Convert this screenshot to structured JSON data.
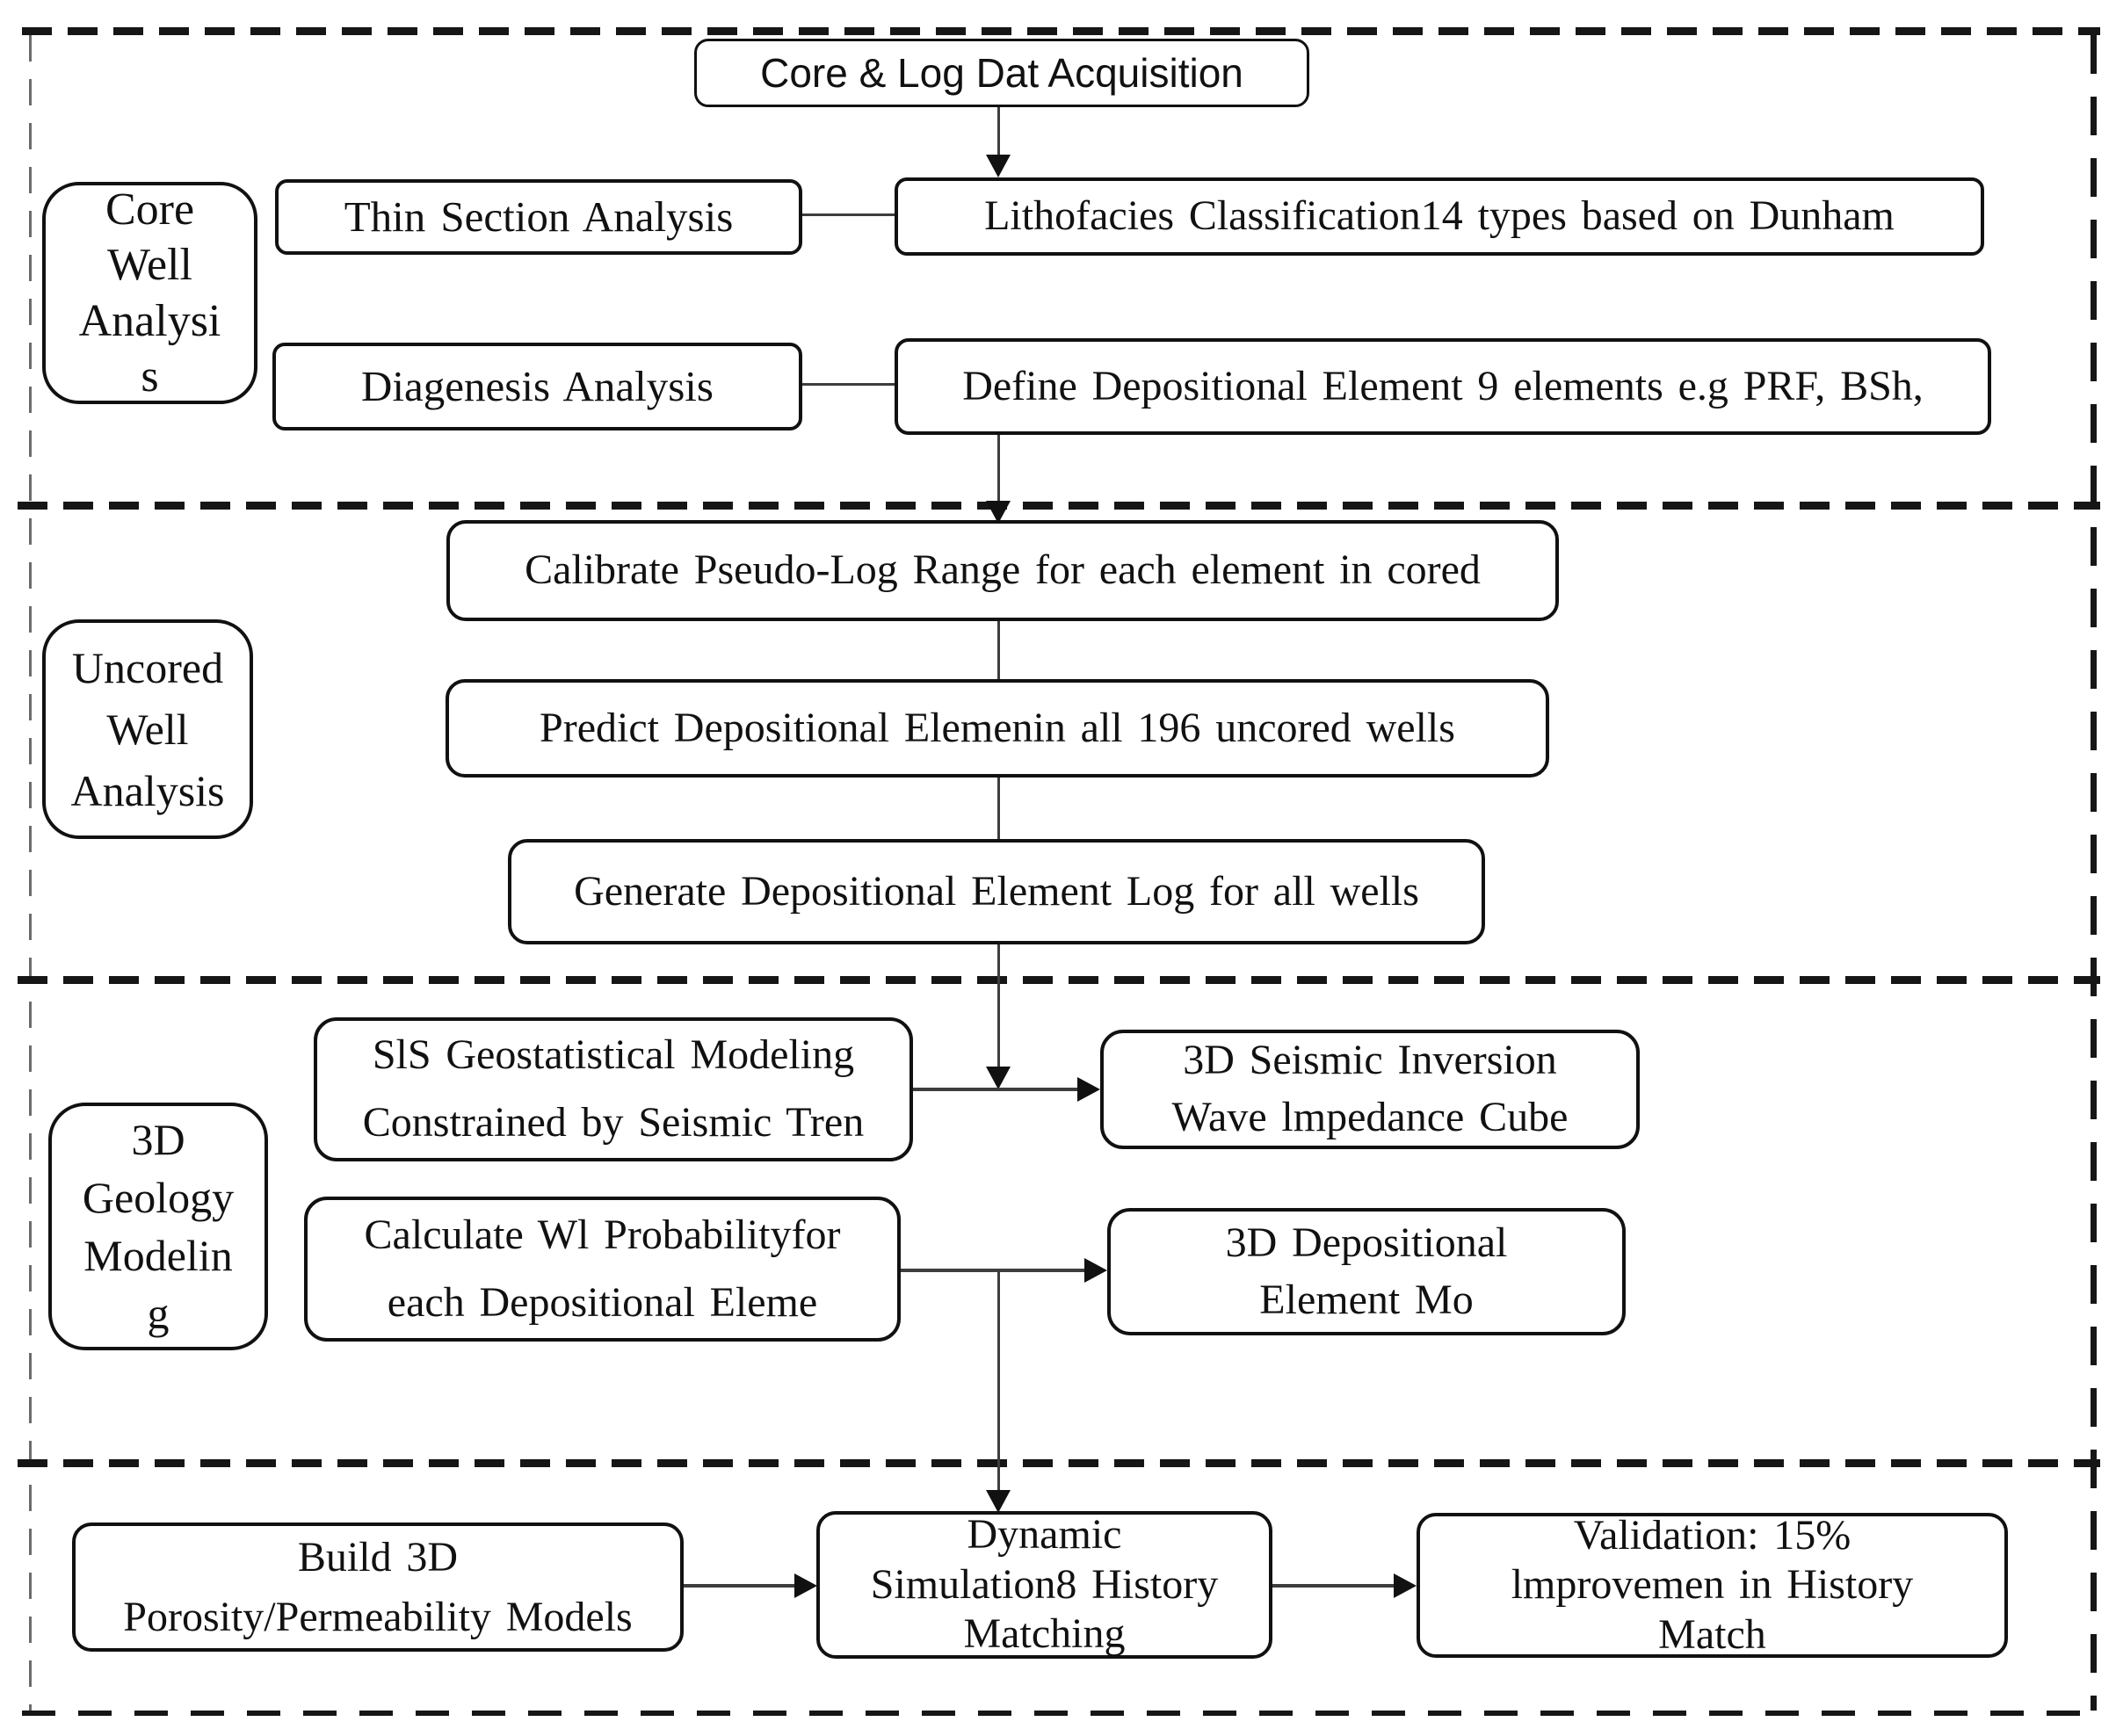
{
  "flowchart": {
    "title_box": {
      "label": "Core & Log Dat Acquisition"
    },
    "section_labels": {
      "core_well": "Core\nWell\nAnalysi\ns",
      "uncored_well": "Uncored\nWell\nAnalysis",
      "geology": "3D\nGeology\nModelin\ng"
    },
    "boxes": {
      "thin_section": "Thin Section Analysis",
      "lithofacies": "Lithofacies Classification14 types based on Dunham",
      "diagenesis": "Diagenesis Analysis",
      "define_elements": "Define Depositional Element 9 elements e.g PRF, BSh,",
      "calibrate": "Calibrate Pseudo-Log Range for each element in cored",
      "predict": "Predict Depositional Elemenin all 196 uncored wells",
      "generate": "Generate Depositional Element Log for all wells",
      "sis_modeling": "SlS Geostatistical Modeling\nConstrained by Seismic Tren",
      "seismic_inversion": "3D Seismic Inversion\nWave lmpedance Cube",
      "calc_probability": "Calculate Wl Probabilityfor\neach Depositional Eleme",
      "depositional_model": "3D Depositional\nElement Mo",
      "build_models": "Build 3D\nPorosity/Permeability Models",
      "dynamic_simulation": "Dynamic\nSimulation8 History\nMatching",
      "validation": "Validation: 15%\nlmprovemen in History\nMatch"
    },
    "colors": {
      "background": "#ffffff",
      "box_border": "#111111",
      "text": "#111111",
      "connector": "#3d3d3d"
    }
  }
}
